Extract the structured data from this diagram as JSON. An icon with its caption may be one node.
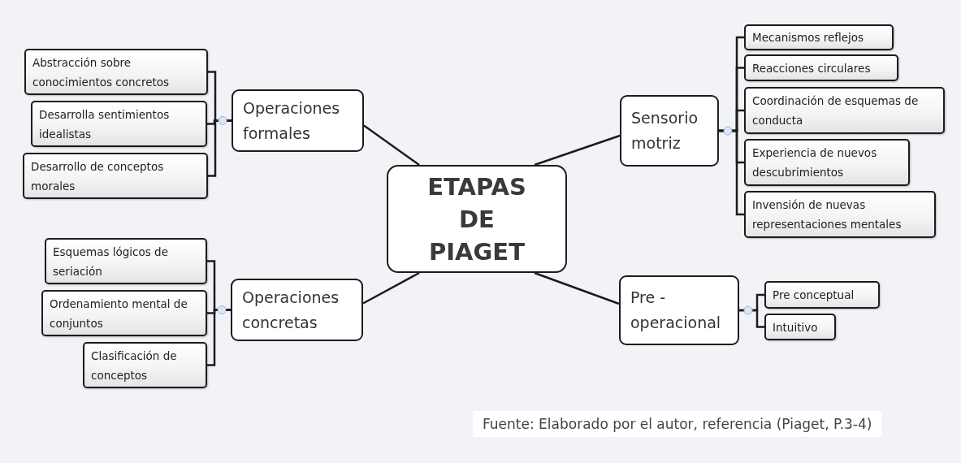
{
  "diagram": {
    "caption": "Fuente: Elaborado por el autor, referencia (Piaget, P.3-4)",
    "nodes": [
      {
        "text": [
          "ETAPAS DE PIAGET"
        ]
      },
      {
        "text": [
          "Operaciones formales"
        ]
      },
      {
        "text": [
          "Abstracción sobre conocimientos concretos"
        ]
      },
      {
        "text": [
          "Desarrolla sentimientos idealistas"
        ]
      },
      {
        "text": [
          "Desarrollo de conceptos morales"
        ]
      },
      {
        "text": [
          "Operaciones concretas"
        ]
      },
      {
        "text": [
          "Esquemas lógicos de seriación"
        ]
      },
      {
        "text": [
          "Ordenamiento mental de conjuntos"
        ]
      },
      {
        "text": [
          "Clasificación de conceptos"
        ]
      },
      {
        "text": [
          "Sensorio motriz"
        ]
      },
      {
        "text": [
          "Mecanismos reflejos"
        ]
      },
      {
        "text": [
          "Reacciones circulares"
        ]
      },
      {
        "text": [
          "Coordinación de esquemas de conducta"
        ]
      },
      {
        "text": [
          "Experiencia de nuevos descubrimientos"
        ]
      },
      {
        "text": [
          "Invensión de nuevas representaciones mentales"
        ]
      },
      {
        "text": [
          "Pre - operacional"
        ]
      },
      {
        "text": [
          "Pre conceptual"
        ]
      },
      {
        "text": [
          "Intuitivo"
        ]
      }
    ],
    "edges": [
      {
        "from": 0,
        "to": 1,
        "arrow": "none"
      },
      {
        "from": 0,
        "to": 5,
        "arrow": "none"
      },
      {
        "from": 0,
        "to": 9,
        "arrow": "none"
      },
      {
        "from": 0,
        "to": 15,
        "arrow": "none"
      },
      {
        "from": 1,
        "to": 2,
        "arrow": "none"
      },
      {
        "from": 1,
        "to": 3,
        "arrow": "none"
      },
      {
        "from": 1,
        "to": 4,
        "arrow": "none"
      },
      {
        "from": 5,
        "to": 6,
        "arrow": "none"
      },
      {
        "from": 5,
        "to": 7,
        "arrow": "none"
      },
      {
        "from": 5,
        "to": 8,
        "arrow": "none"
      },
      {
        "from": 9,
        "to": 10,
        "arrow": "none"
      },
      {
        "from": 9,
        "to": 11,
        "arrow": "none"
      },
      {
        "from": 9,
        "to": 12,
        "arrow": "none"
      },
      {
        "from": 9,
        "to": 13,
        "arrow": "none"
      },
      {
        "from": 9,
        "to": 14,
        "arrow": "none"
      },
      {
        "from": 15,
        "to": 16,
        "arrow": "none"
      },
      {
        "from": 15,
        "to": 17,
        "arrow": "none"
      }
    ]
  }
}
